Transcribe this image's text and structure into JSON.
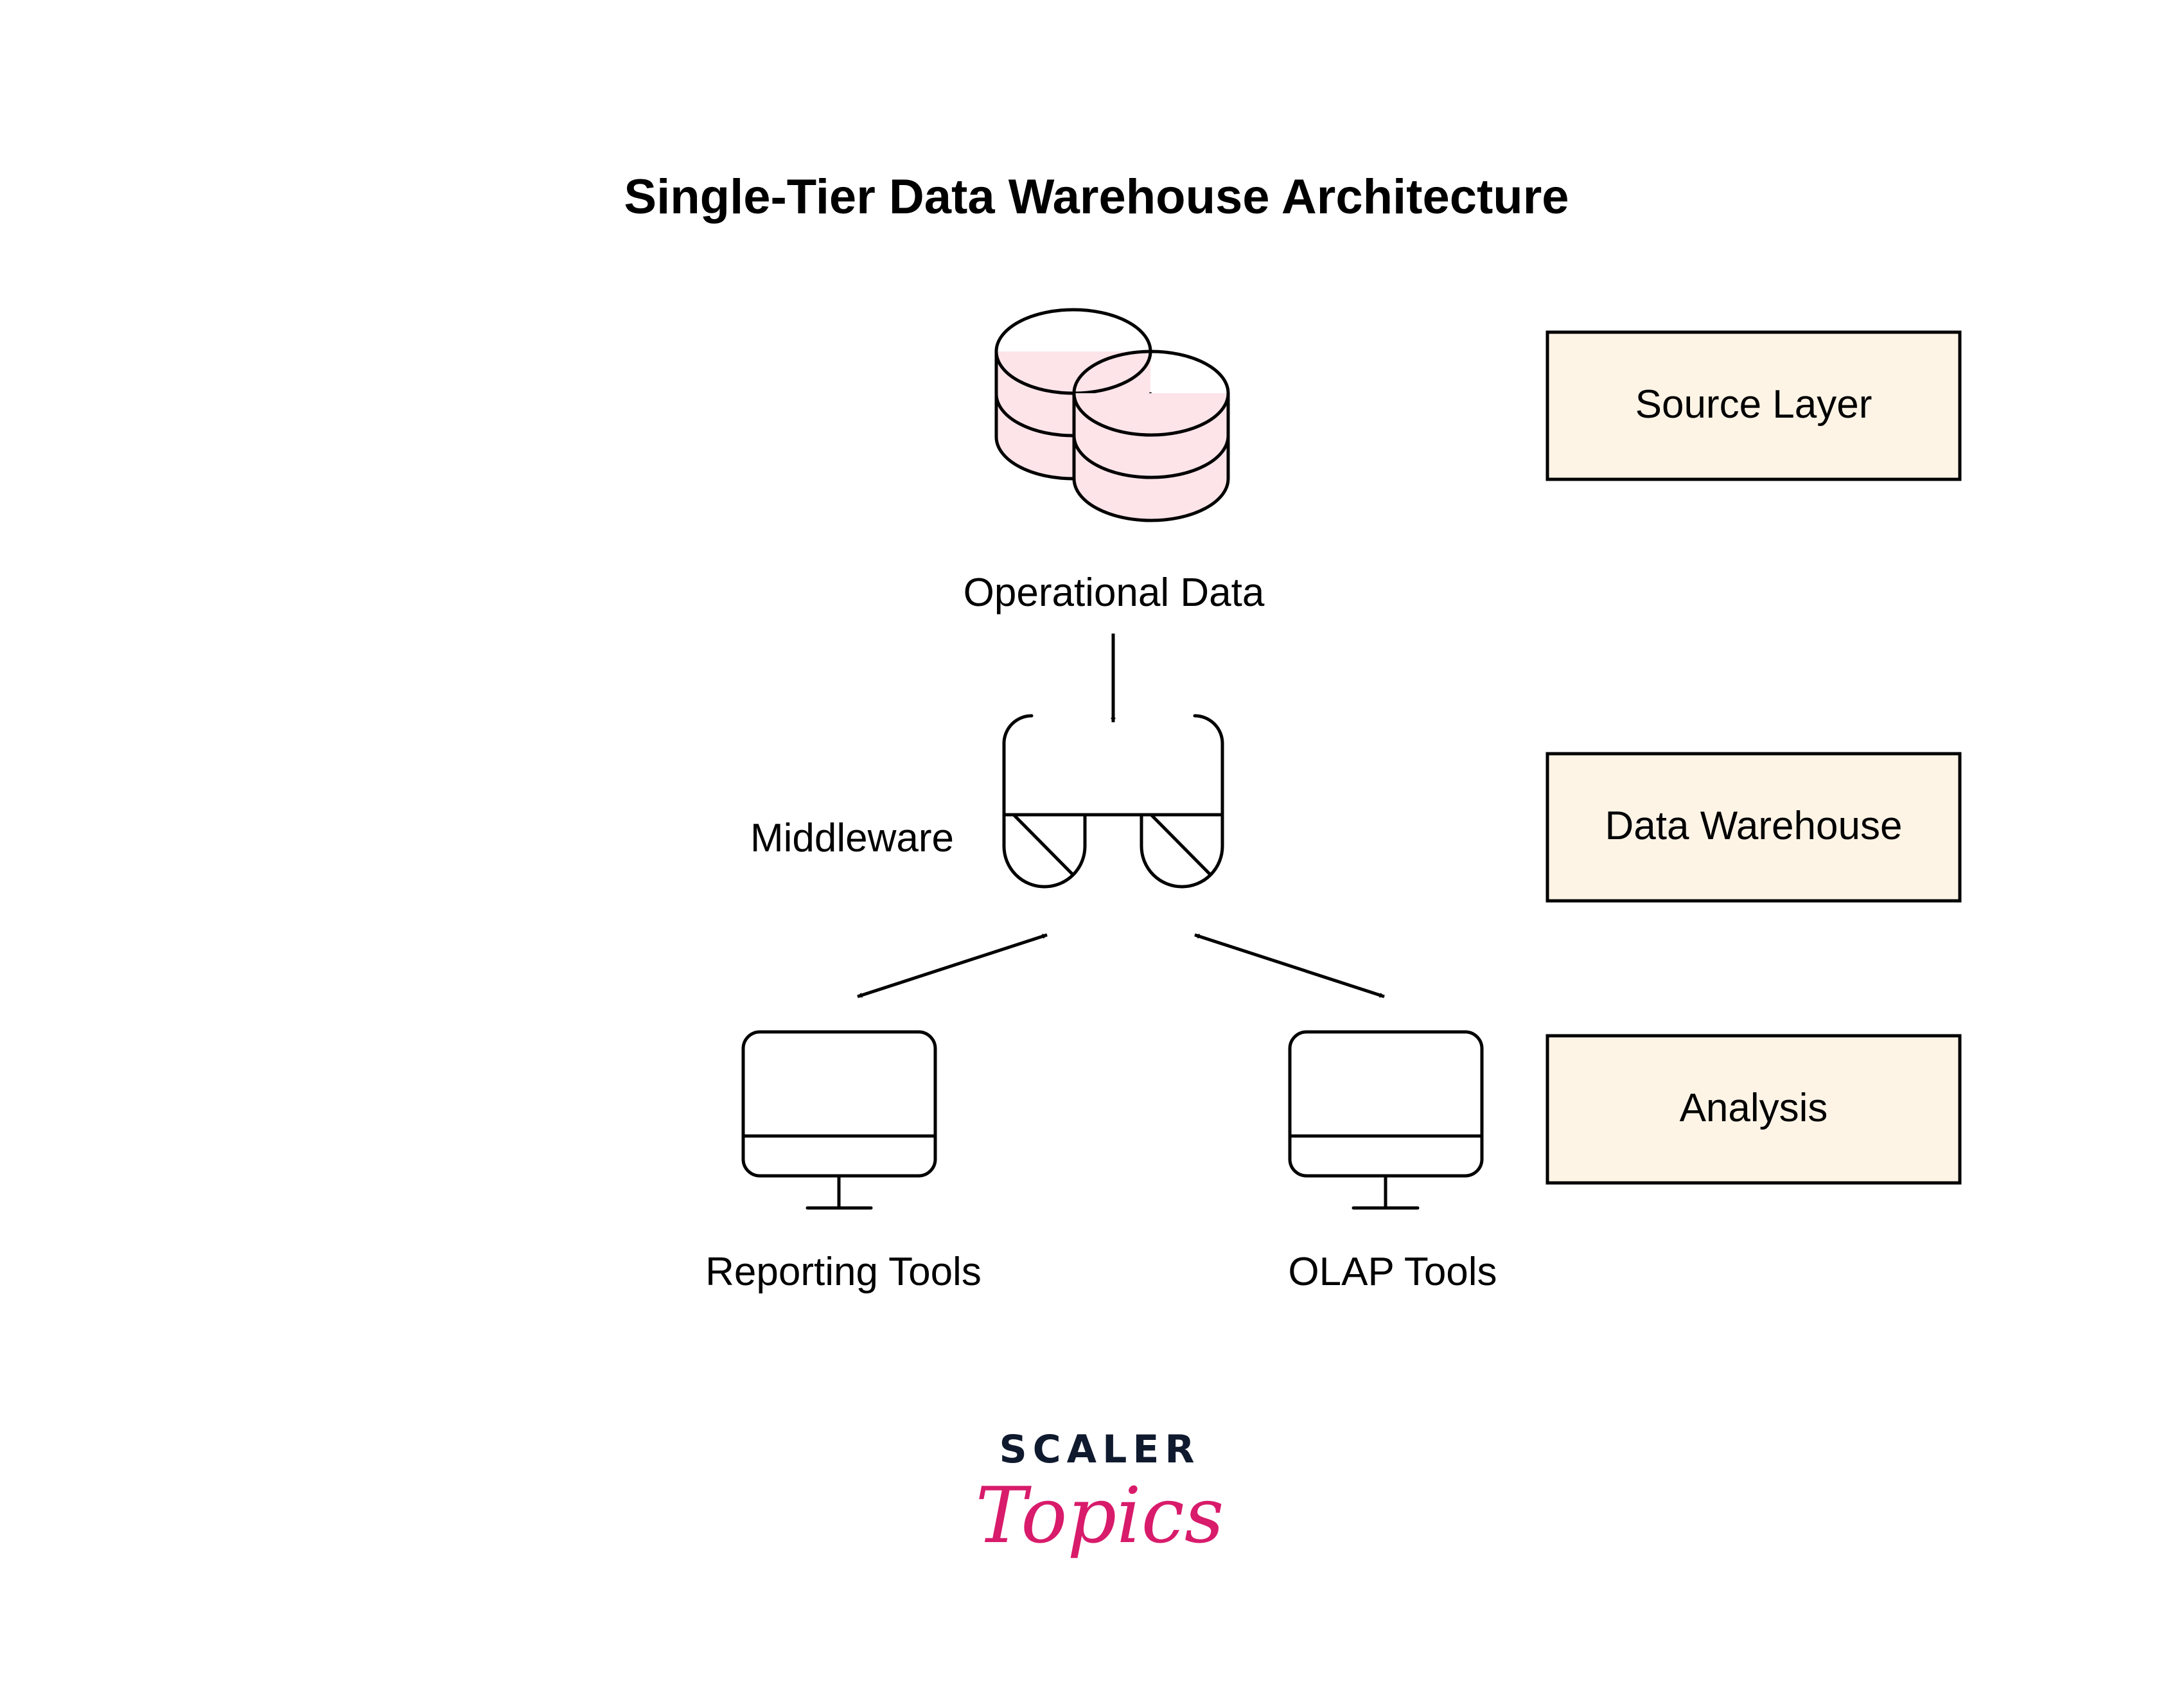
{
  "title": "Single-Tier Data Warehouse Architecture",
  "nodes": {
    "operational_data": {
      "label": "Operational Data",
      "icon": "database-icon"
    },
    "middleware": {
      "label": "Middleware",
      "icon": "middleware-icon"
    },
    "reporting_tools": {
      "label": "Reporting Tools",
      "icon": "monitor-icon"
    },
    "olap_tools": {
      "label": "OLAP Tools",
      "icon": "monitor-icon"
    }
  },
  "layers": [
    {
      "label": "Source Layer"
    },
    {
      "label": "Data Warehouse"
    },
    {
      "label": "Analysis"
    }
  ],
  "edges": [
    {
      "from": "Operational Data",
      "to": "Middleware",
      "direction": "one-way"
    },
    {
      "from": "Middleware",
      "to": "Reporting Tools",
      "direction": "two-way"
    },
    {
      "from": "Middleware",
      "to": "OLAP Tools",
      "direction": "two-way"
    }
  ],
  "logo": {
    "top": "SCALER",
    "bottom": "Topics"
  },
  "colors": {
    "database_fill": "#FDE4E9",
    "middleware_fill": "#E6E6FC",
    "monitor_fill": "#E3F2FD",
    "layer_box_fill": "#FEF4E6",
    "logo_dark": "#0F1A2E",
    "logo_accent": "#D81B6B"
  }
}
